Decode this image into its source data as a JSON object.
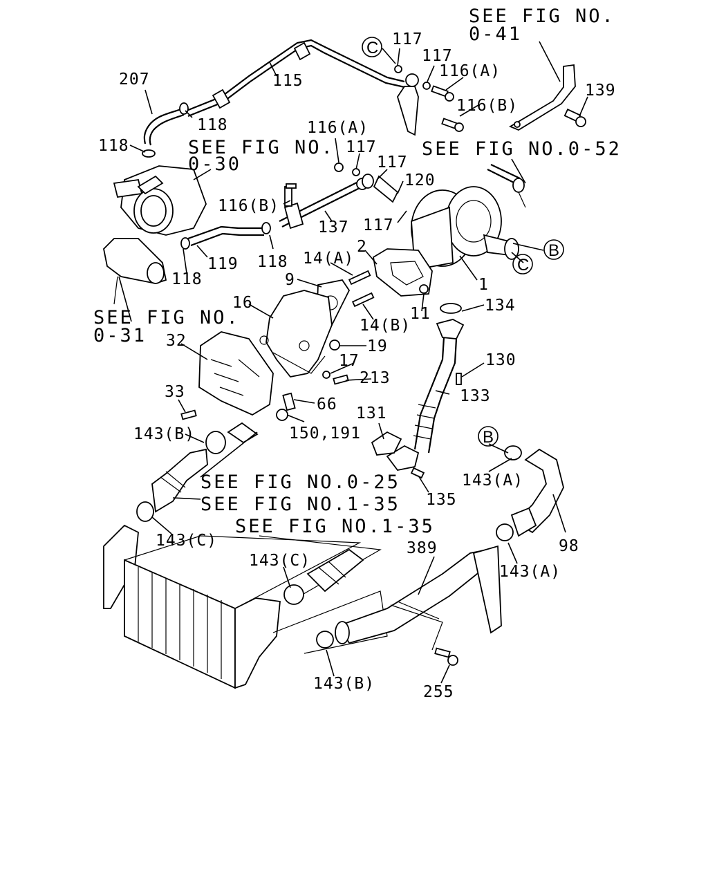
{
  "references": {
    "fig_041_line1": "SEE FIG NO.",
    "fig_041_line2": "0-41",
    "fig_030_line1": "SEE FIG NO.",
    "fig_030_line2": "0-30",
    "fig_052": "SEE FIG NO.0-52",
    "fig_031_line1": "SEE FIG NO.",
    "fig_031_line2": "0-31",
    "fig_025": "SEE FIG NO.0-25",
    "fig_135_a": "SEE FIG NO.1-35",
    "fig_135_b": "SEE FIG NO.1-35"
  },
  "connectors": {
    "c_top": "C",
    "c_turbo": "C",
    "b_turbo": "B",
    "b_hose": "B"
  },
  "parts": {
    "p207": "207",
    "p115": "115",
    "p117_a": "117",
    "p117_b": "117",
    "p116a_top": "116(A)",
    "p116b_top": "116(B)",
    "p139": "139",
    "p118_a": "118",
    "p118_b": "118",
    "p116a_mid": "116(A)",
    "p117_c": "117",
    "p117_d": "117",
    "p120": "120",
    "p116b_mid": "116(B)",
    "p137": "137",
    "p117_e": "117",
    "p118_c": "118",
    "p119": "119",
    "p118_d": "118",
    "p2": "2",
    "p14a": "14(A)",
    "p9": "9",
    "p1": "1",
    "p11": "11",
    "p134": "134",
    "p16": "16",
    "p14b": "14(B)",
    "p32": "32",
    "p19": "19",
    "p17": "17",
    "p213": "213",
    "p130": "130",
    "p33": "33",
    "p66": "66",
    "p133": "133",
    "p143b_a": "143(B)",
    "p150_191": "150,191",
    "p131": "131",
    "p143a_a": "143(A)",
    "p135": "135",
    "p143c_a": "143(C)",
    "p98": "98",
    "p389": "389",
    "p143c_b": "143(C)",
    "p143a_b": "143(A)",
    "p143b_b": "143(B)",
    "p255": "255"
  }
}
